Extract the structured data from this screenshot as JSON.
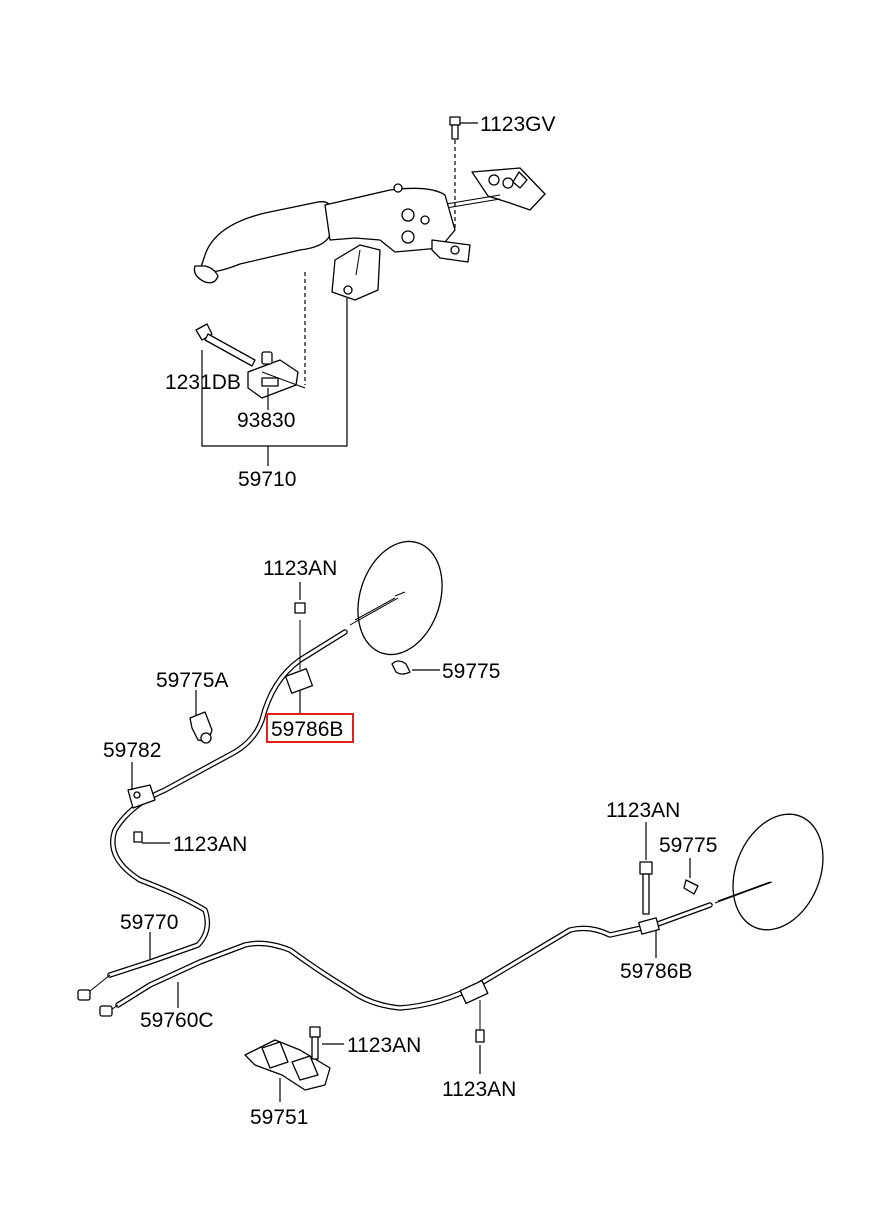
{
  "labels": {
    "p1123GV": "1123GV",
    "p1231DB": "1231DB",
    "p93830": "93830",
    "p59710": "59710",
    "p1123AN_top": "1123AN",
    "p59775_top": "59775",
    "p59775A": "59775A",
    "p59786B_hl": "59786B",
    "p59782": "59782",
    "p1123AN_left": "1123AN",
    "p1123AN_right": "1123AN",
    "p59775_right": "59775",
    "p59786B_right": "59786B",
    "p59770": "59770",
    "p59760C": "59760C",
    "p1123AN_bracket": "1123AN",
    "p59751": "59751",
    "p1123AN_bottom": "1123AN"
  },
  "highlight": {
    "label": "59786B",
    "color": "#e0201b"
  }
}
